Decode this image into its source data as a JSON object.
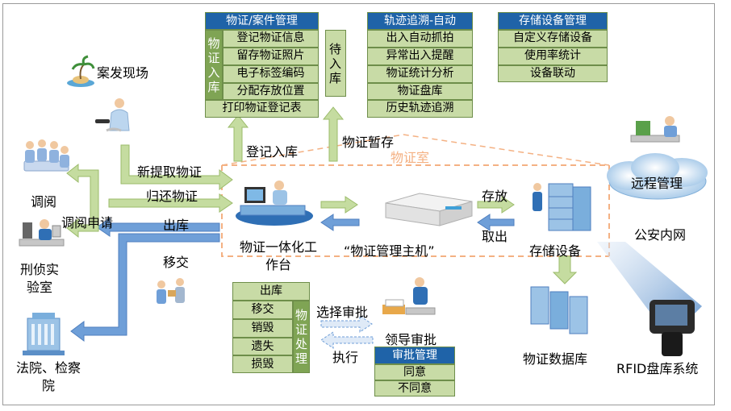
{
  "evidence_mgmt": {
    "title": "物证/案件管理",
    "side_label": "物证入库",
    "items": [
      "登记物证信息",
      "留存物证照片",
      "电子标签编码",
      "分配存放位置"
    ],
    "footer": "打印物证登记表",
    "pending": "待入库"
  },
  "tracking": {
    "title": "轨迹追溯-自动",
    "items": [
      "出入自动抓拍",
      "异常出入提醒",
      "物证统计分析",
      "物证盘库",
      "历史轨迹追溯"
    ]
  },
  "storage_mgmt": {
    "title": "存储设备管理",
    "items": [
      "自定义存储设备",
      "使用率统计",
      "设备联动"
    ]
  },
  "disposal": {
    "items": [
      "出库",
      "移交",
      "销毁",
      "遗失",
      "损毁"
    ],
    "side_label": "物证处理"
  },
  "approval": {
    "title": "审批管理",
    "items": [
      "同意",
      "不同意"
    ]
  },
  "labels": {
    "crime_scene": "案发现场",
    "register_in": "登记入库",
    "temp_storage": "物证暂存",
    "evidence_room": "物证室",
    "new_extract": "新提取物证",
    "return_evidence": "归还物证",
    "out_storage": "出库",
    "transfer": "移交",
    "review": "调阅",
    "review_request": "调阅申请",
    "forensic_lab": "刑侦实验室",
    "court": "法院、检察院",
    "workstation": "物证一体化工作台",
    "host": "“物证管理主机”",
    "store": "存放",
    "fetch": "取出",
    "storage_device": "存储设备",
    "remote_mgmt": "远程管理",
    "police_net": "公安内网",
    "database": "物证数据库",
    "rfid": "RFID盘库系统",
    "select_approve": "选择审批",
    "execute": "执行",
    "leader_approve": "领导审批"
  },
  "colors": {
    "header_blue": "#1f63a8",
    "cell_green": "#c8dba6",
    "label_green": "#7fa454",
    "arrow_green": "#c5dca0",
    "arrow_blue": "#6f9fd8",
    "dashed_orange": "#f4b183"
  }
}
